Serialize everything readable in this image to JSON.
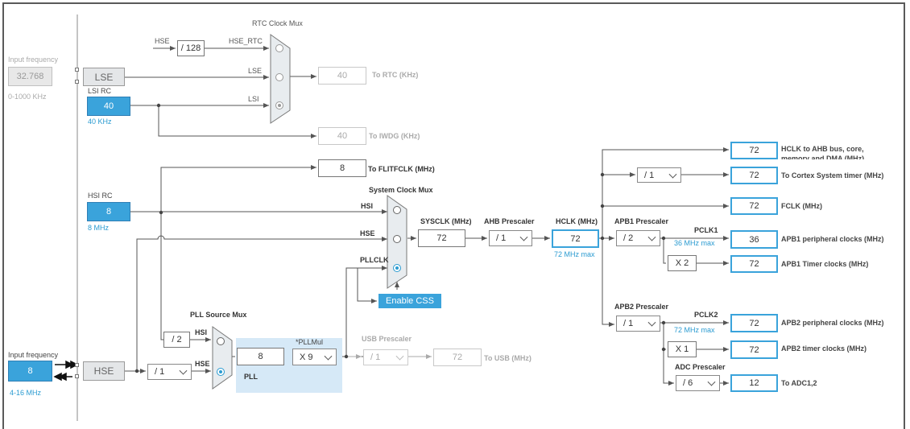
{
  "left": {
    "lse_input_label": "Input frequency",
    "lse_input_value": "32.768",
    "lse_range": "0-1000 KHz",
    "hse_input_label": "Input frequency",
    "hse_input_value": "8",
    "hse_range": "4-16 MHz"
  },
  "sources": {
    "lse": "LSE",
    "lsi_title": "LSI RC",
    "lsi_value": "40",
    "lsi_freq": "40 KHz",
    "hsi_title": "HSI RC",
    "hsi_value": "8",
    "hsi_freq": "8 MHz",
    "hse": "HSE"
  },
  "rtc": {
    "title": "RTC Clock Mux",
    "hse_label": "HSE",
    "div_value": "/ 128",
    "hse_rtc_label": "HSE_RTC",
    "lse_label": "LSE",
    "lsi_label": "LSI",
    "rtc_value": "40",
    "rtc_label": "To RTC (KHz)",
    "iwdg_value": "40",
    "iwdg_label": "To IWDG (KHz)"
  },
  "flitf": {
    "value": "8",
    "label": "To FLITFCLK (MHz)"
  },
  "sysmux": {
    "title": "System Clock Mux",
    "hsi": "HSI",
    "hse": "HSE",
    "pllclk": "PLLCLK",
    "enable_css": "Enable CSS"
  },
  "pll": {
    "source_mux_title": "PLL Source Mux",
    "hsi": "HSI",
    "hse": "HSE",
    "hsi_div": "/ 2",
    "hse_div": "/ 1",
    "pll_value": "8",
    "pll_label": "PLL",
    "mul_label": "*PLLMul",
    "mul_value": "X 9"
  },
  "usb": {
    "title": "USB Prescaler",
    "div": "/ 1",
    "value": "72",
    "label": "To USB (MHz)"
  },
  "sys": {
    "sysclk_label": "SYSCLK (MHz)",
    "sysclk_value": "72",
    "ahb_label": "AHB Prescaler",
    "ahb_value": "/ 1",
    "hclk_label": "HCLK (MHz)",
    "hclk_value": "72",
    "hclk_max": "72 MHz max"
  },
  "apb1": {
    "title": "APB1 Prescaler",
    "div": "/ 2",
    "pclk1": "PCLK1",
    "pclk1_max": "36 MHz max",
    "timer_mul": "X 2"
  },
  "apb2": {
    "title": "APB2 Prescaler",
    "div": "/ 1",
    "pclk2": "PCLK2",
    "pclk2_max": "72 MHz max",
    "timer_mul": "X 1",
    "adc_title": "ADC Prescaler",
    "adc_div": "/ 6"
  },
  "cortex_div": "/ 1",
  "outputs": [
    {
      "value": "72",
      "label": "HCLK to AHB bus, core, memory and DMA (MHz)"
    },
    {
      "value": "72",
      "label": "To Cortex System timer (MHz)"
    },
    {
      "value": "72",
      "label": "FCLK (MHz)"
    },
    {
      "value": "36",
      "label": "APB1 peripheral clocks (MHz)"
    },
    {
      "value": "72",
      "label": "APB1 Timer clocks (MHz)"
    },
    {
      "value": "72",
      "label": "APB2 peripheral clocks (MHz)"
    },
    {
      "value": "72",
      "label": "APB2 timer clocks (MHz)"
    },
    {
      "value": "12",
      "label": "To ADC1,2"
    }
  ]
}
